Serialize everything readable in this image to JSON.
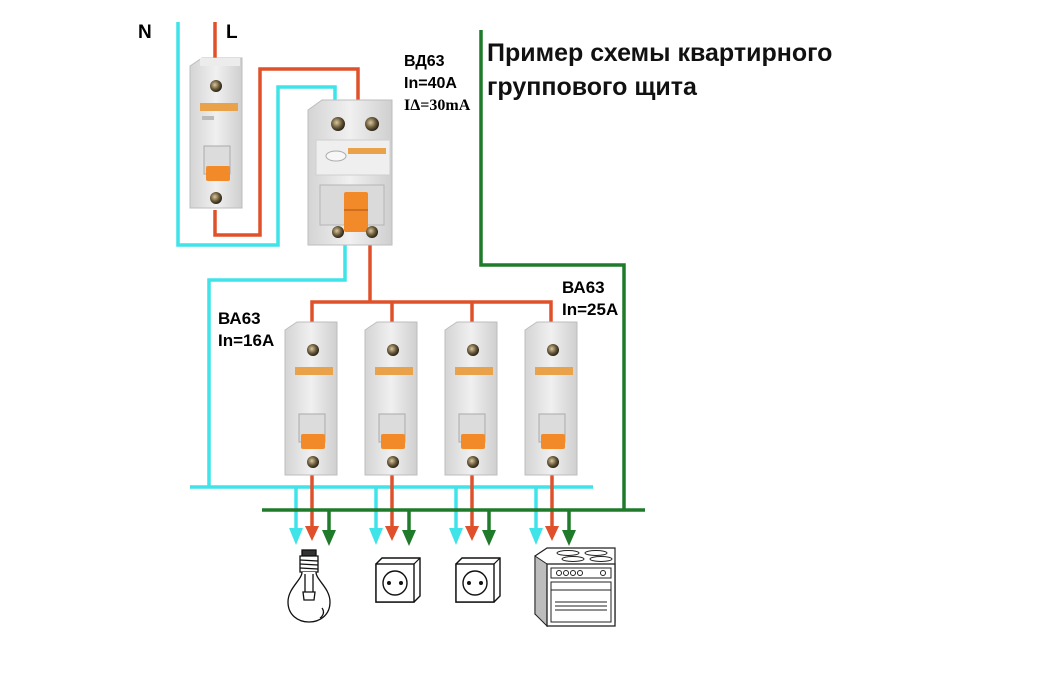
{
  "title": {
    "line1": "Пример схемы квартирного",
    "line2": "группового щита"
  },
  "inputs": {
    "neutral_label": "N",
    "line_label": "L"
  },
  "rcd": {
    "model": "ВД63",
    "rated_current": "In=40A",
    "leakage_current": "IΔ=30mA"
  },
  "breaker_group_left": {
    "model": "ВА63",
    "rated_current": "In=16A"
  },
  "breaker_group_right": {
    "model": "ВА63",
    "rated_current": "In=25A"
  },
  "wire_colors": {
    "neutral": "#3fe3ea",
    "phase": "#e0502a",
    "ground": "#1f7a2a"
  },
  "device_colors": {
    "body": "#e6e6e6",
    "handle": "#f28a2a",
    "stripe": "#e9a14a"
  },
  "loads": [
    {
      "name": "lamp"
    },
    {
      "name": "socket"
    },
    {
      "name": "socket"
    },
    {
      "name": "electric-stove"
    }
  ]
}
